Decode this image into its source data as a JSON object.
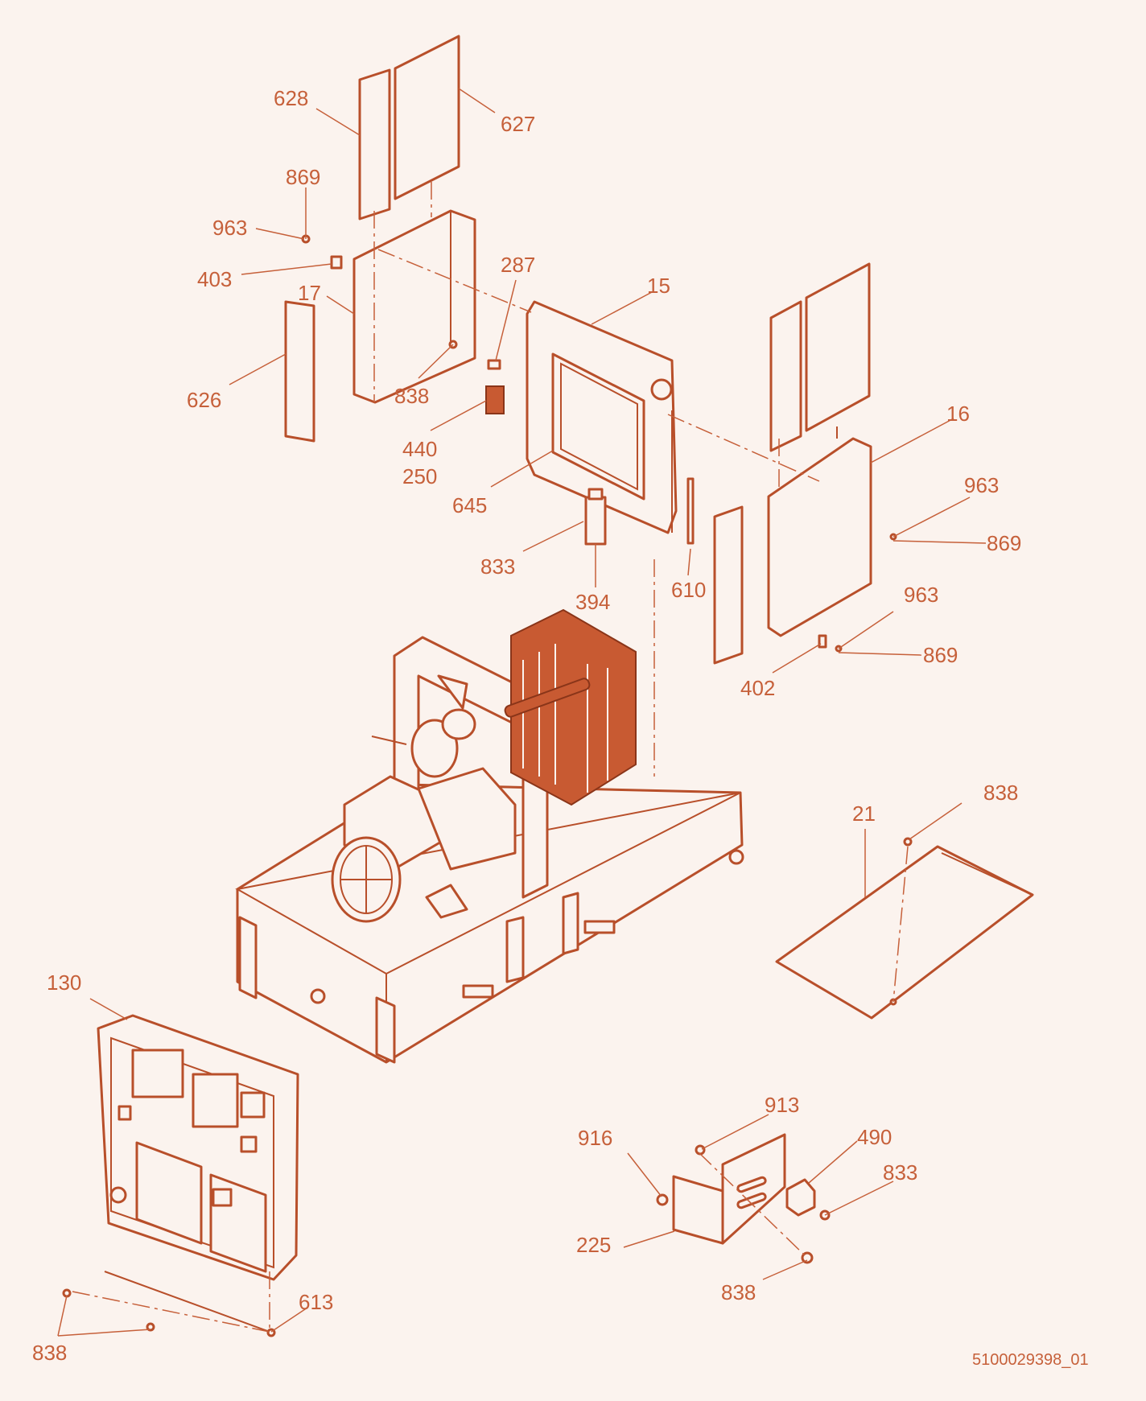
{
  "colors": {
    "background": "#fbf3ee",
    "line": "#b84f2a",
    "label": "#c6603a"
  },
  "drawing_number": "5100029398_01",
  "callouts": [
    {
      "id": "c628",
      "text": "628"
    },
    {
      "id": "c627",
      "text": "627"
    },
    {
      "id": "c869a",
      "text": "869"
    },
    {
      "id": "c963a",
      "text": "963"
    },
    {
      "id": "c403",
      "text": "403"
    },
    {
      "id": "c17",
      "text": "17"
    },
    {
      "id": "c287",
      "text": "287"
    },
    {
      "id": "c15",
      "text": "15"
    },
    {
      "id": "c626",
      "text": "626"
    },
    {
      "id": "c838a",
      "text": "838"
    },
    {
      "id": "c440",
      "text": "440"
    },
    {
      "id": "c250",
      "text": "250"
    },
    {
      "id": "c645",
      "text": "645"
    },
    {
      "id": "c16",
      "text": "16"
    },
    {
      "id": "c963b",
      "text": "963"
    },
    {
      "id": "c869b",
      "text": "869"
    },
    {
      "id": "c833a",
      "text": "833"
    },
    {
      "id": "c394",
      "text": "394"
    },
    {
      "id": "c610",
      "text": "610"
    },
    {
      "id": "c963c",
      "text": "963"
    },
    {
      "id": "c869c",
      "text": "869"
    },
    {
      "id": "c402",
      "text": "402"
    },
    {
      "id": "c838b",
      "text": "838"
    },
    {
      "id": "c21",
      "text": "21"
    },
    {
      "id": "c130",
      "text": "130"
    },
    {
      "id": "c913",
      "text": "913"
    },
    {
      "id": "c916",
      "text": "916"
    },
    {
      "id": "c490",
      "text": "490"
    },
    {
      "id": "c833b",
      "text": "833"
    },
    {
      "id": "c225",
      "text": "225"
    },
    {
      "id": "c838c",
      "text": "838"
    },
    {
      "id": "c613",
      "text": "613"
    },
    {
      "id": "c838d",
      "text": "838"
    }
  ]
}
